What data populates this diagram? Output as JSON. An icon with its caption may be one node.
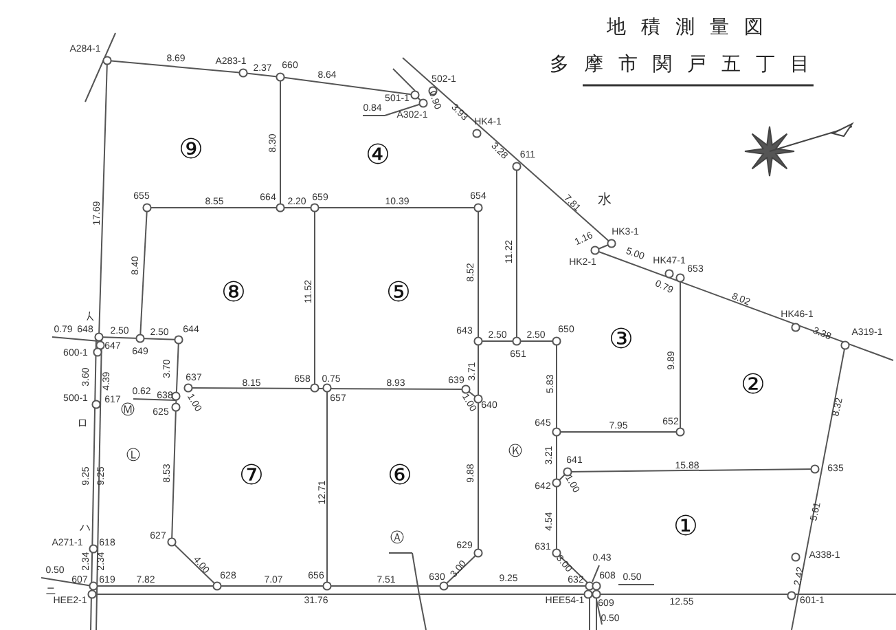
{
  "diagram": {
    "title": "地積測量図",
    "labels": [
      "多摩市関戸五丁目",
      "A284-1",
      "8.69",
      "A283-1",
      "2.37",
      "660",
      "8.64",
      "502-1",
      "501-1",
      "0.84",
      "A302-1",
      "0.90",
      "3.93",
      "HK4-1",
      "3.28",
      "611",
      "⑨",
      "④",
      "8.30",
      "17.69",
      "7.81",
      "水",
      "655",
      "8.55",
      "664",
      "2.20",
      "659",
      "10.39",
      "654",
      "8.52",
      "11.22",
      "HK3-1",
      "1.16",
      "HK2-1",
      "5.00",
      "HK47-1",
      "653",
      "0.79",
      "8.02",
      "HK46-1",
      "3.38",
      "A319-1",
      "8.40",
      "⑧",
      "11.52",
      "⑤",
      "③",
      "9.89",
      "②",
      "8.32",
      "イ",
      "0.79",
      "648",
      "2.50",
      "2.50",
      "644",
      "600-1",
      "647",
      "649",
      "643",
      "2.50",
      "2.50",
      "650",
      "651",
      "3.60",
      "4.39",
      "3.70",
      "3.71",
      "5.83",
      "0.62",
      "638",
      "637",
      "8.15",
      "658",
      "0.75",
      "8.93",
      "639",
      "1.00",
      "657",
      "1.00",
      "640",
      "500-1",
      "617",
      "ロ",
      "Ⓜ",
      "625",
      "645",
      "7.95",
      "652",
      "Ⓛ",
      "Ⓚ",
      "641",
      "15.88",
      "635",
      "3.21",
      "642",
      "1.00",
      "9.25",
      "9.25",
      "8.53",
      "⑦",
      "12.71",
      "⑥",
      "9.88",
      "①",
      "5.61",
      "4.54",
      "ハ",
      "A271-1",
      "618",
      "627",
      "Ⓐ",
      "629",
      "631",
      "A338-1",
      "2.34",
      "2.34",
      "4.00",
      "3.00",
      "3.00",
      "0.43",
      "2.42",
      "0.50",
      "607",
      "619",
      "7.82",
      "628",
      "7.07",
      "656",
      "7.51",
      "630",
      "9.25",
      "632",
      "608",
      "0.50",
      "ニ",
      "HEE2-1",
      "31.76",
      "HEE54-1",
      "609",
      "12.55",
      "601-1",
      "0.50"
    ]
  }
}
